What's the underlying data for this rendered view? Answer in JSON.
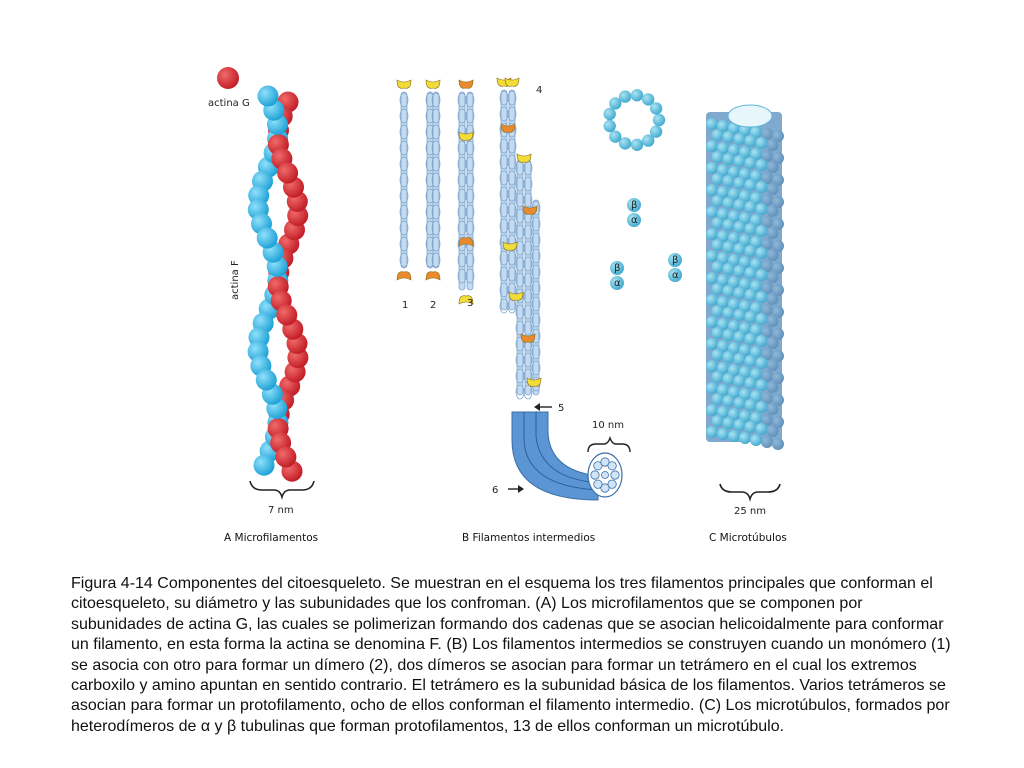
{
  "colors": {
    "actin_red": "#d8262f",
    "actin_blue": "#2bb6e6",
    "tubulin_blue": "#62c3e0",
    "filament_body": "#b9d4ee",
    "monomer_head_orange": "#ea8a2e",
    "monomer_head_yellow": "#f2dc3a",
    "intermediate_filament": "#5b95d4"
  },
  "panel_a": {
    "label_monomer": "actina G",
    "label_polymer": "actina F",
    "diameter": "7 nm",
    "title": "A  Microfilamentos"
  },
  "panel_b": {
    "step_labels": [
      "1",
      "2",
      "3",
      "4",
      "5",
      "6"
    ],
    "diameter": "10 nm",
    "title": "B  Filamentos intermedios"
  },
  "panel_c": {
    "dimer_top": "β",
    "dimer_bottom": "α",
    "diameter": "25 nm",
    "title": "C  Microtúbulos"
  },
  "caption": "Figura 4-14 Componentes del citoesqueleto. Se muestran en el esquema los tres filamentos principales que conforman el citoesqueleto, su diámetro y las subunidades que los confroman. (A) Los microfilamentos que se componen por subunidades de actina G, las cuales se polimerizan formando dos cadenas que se asocian helicoidalmente para conformar un filamento, en esta forma la actina se denomina F. (B) Los filamentos intermedios se construyen cuando un monómero (1) se asocia con otro para formar un dímero (2), dos dímeros se asocian para formar un tetrámero en el cual los extremos carboxilo y amino apuntan en sentido contrario. El tetrámero es la subunidad básica de los filamentos. Varios tetrámeros se asocian para formar un protofilamento, ocho de ellos conforman el filamento intermedio. (C) Los microtúbulos, formados por heterodímeros de α y β tubulinas que forman protofilamentos, 13 de ellos conforman un microtúbulo."
}
